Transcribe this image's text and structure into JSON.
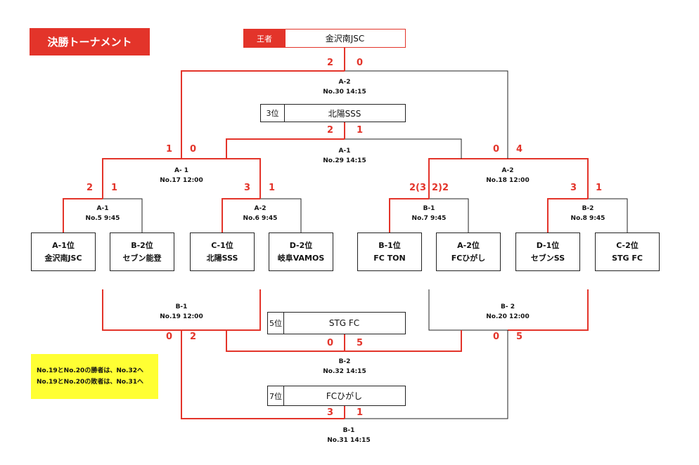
{
  "title": "決勝トーナメント",
  "champion": {
    "tag": "王者",
    "name": "金沢南JSC"
  },
  "third": {
    "tag": "3位",
    "name": "北陽SSS"
  },
  "fifth": {
    "tag": "5位",
    "name": "STG FC"
  },
  "seventh": {
    "tag": "7位",
    "name": "FCひがし"
  },
  "teams": [
    {
      "seed": "A-1位",
      "name": "金沢南JSC"
    },
    {
      "seed": "B-2位",
      "name": "セブン能登"
    },
    {
      "seed": "C-1位",
      "name": "北陽SSS"
    },
    {
      "seed": "D-2位",
      "name": "岐阜VAMOS"
    },
    {
      "seed": "B-1位",
      "name": "FC TON"
    },
    {
      "seed": "A-2位",
      "name": "FCひがし"
    },
    {
      "seed": "D-1位",
      "name": "セブンSS"
    },
    {
      "seed": "C-2位",
      "name": "STG FC"
    }
  ],
  "matches": {
    "m5": {
      "court": "A-1",
      "info": "No.5 9:45",
      "s1": "2",
      "s2": "1"
    },
    "m6": {
      "court": "A-2",
      "info": "No.6 9:45",
      "s1": "3",
      "s2": "1"
    },
    "m7": {
      "court": "B-1",
      "info": "No.7 9:45",
      "s1": "2(3",
      "s2": "2)2"
    },
    "m8": {
      "court": "B-2",
      "info": "No.8 9:45",
      "s1": "3",
      "s2": "1"
    },
    "m17": {
      "court": "A- 1",
      "info": "No.17 12:00",
      "s1": "1",
      "s2": "0"
    },
    "m18": {
      "court": "A-2",
      "info": "No.18 12:00",
      "s1": "0",
      "s2": "4"
    },
    "m29": {
      "court": "A-1",
      "info": "No.29 14:15",
      "s1": "2",
      "s2": "1"
    },
    "m30": {
      "court": "A-2",
      "info": "No.30 14:15",
      "s1": "2",
      "s2": "0"
    },
    "m19": {
      "court": "B-1",
      "info": "No.19 12:00",
      "s1": "0",
      "s2": "2"
    },
    "m20": {
      "court": "B- 2",
      "info": "No.20 12:00",
      "s1": "0",
      "s2": "5"
    },
    "m32": {
      "court": "B-2",
      "info": "No.32 14:15",
      "s1": "0",
      "s2": "5"
    },
    "m31": {
      "court": "B-1",
      "info": "No.31 14:15",
      "s1": "3",
      "s2": "1"
    }
  },
  "notes": [
    "No.19とNo.20の勝者は、No.32へ",
    "No.19とNo.20の敗者は、No.31へ"
  ],
  "colors": {
    "accent": "#e3342a",
    "note_bg": "#ffff33"
  }
}
